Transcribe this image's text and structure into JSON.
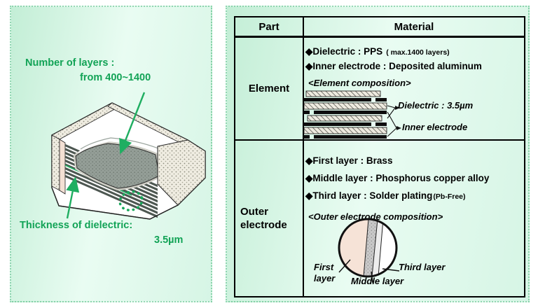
{
  "left_panel": {
    "top_annotation": {
      "line1": "Number of layers :",
      "line2": "from 400~1400"
    },
    "bottom_annotation": {
      "line1": "Thickness of dielectric:",
      "line2": "3.5µm"
    }
  },
  "table": {
    "bullet_glyph": "◆",
    "header": {
      "part": "Part",
      "material": "Material"
    },
    "element_row": {
      "part": "Element",
      "bullets": [
        {
          "text": "Dielectric : PPS",
          "note": "( max.1400 layers)"
        },
        {
          "text": "Inner electrode : Deposited aluminum",
          "note": ""
        }
      ],
      "caption": "<Element composition>",
      "dielectric_label": "Dielectric : 3.5µm",
      "inner_electrode_label": "Inner electrode"
    },
    "outer_row": {
      "part": "Outer electrode",
      "bullets": [
        {
          "text": "First layer : Brass",
          "note": ""
        },
        {
          "text": "Middle layer : Phosphorus copper alloy",
          "note": ""
        },
        {
          "text": "Third layer : Solder plating",
          "note": "(Pb-Free)"
        }
      ],
      "caption": "<Outer electrode composition>",
      "first_label_line1": "First",
      "first_label_line2": "layer",
      "middle_label": "Middle layer",
      "third_label": "Third layer"
    }
  },
  "colors": {
    "accent_green": "#18a85c",
    "panel_green_dark": "#c3eed6",
    "panel_green_light": "#e9fcf2",
    "first_layer": "#f6e3d7",
    "middle_layer": "#c9c9c9",
    "third_layer": "#ededed"
  }
}
